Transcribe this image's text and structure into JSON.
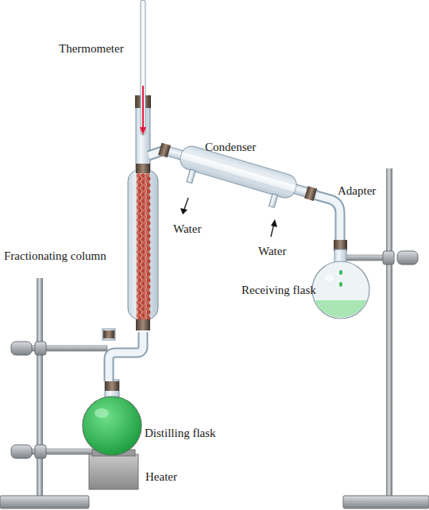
{
  "diagram": {
    "labels": [
      "Thermometer",
      "Condenser",
      "Adapter",
      "Water",
      "Water",
      "Fractionating column",
      "Receiving flask",
      "Distilling flask",
      "Heater"
    ]
  }
}
